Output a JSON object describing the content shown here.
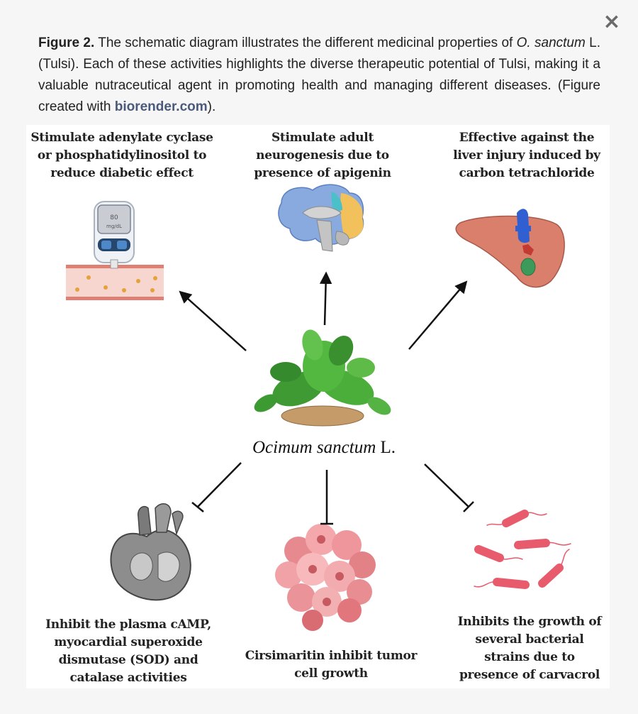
{
  "dialog": {
    "close_icon": "×"
  },
  "caption": {
    "label": "Figure 2.",
    "text_1": " The schematic diagram illustrates the different medicinal properties of ",
    "species_italic": "O. sanctum",
    "text_2": " L. (Tulsi). Each of these activities highlights the diverse therapeutic potential of Tulsi, making it a valuable nutraceutical agent in promoting health and managing different diseases. (Figure created with ",
    "link": "biorender.com",
    "text_3": ")."
  },
  "diagram": {
    "center": {
      "name_italic": "Ocimum sanctum",
      "name_suffix": " L."
    },
    "glucometer_reading": "80",
    "glucometer_unit": "mg/dL",
    "nodes": {
      "diabetes": "Stimulate adenylate cyclase or phosphatidylinositol to reduce diabetic effect",
      "brain": "Stimulate adult neurogenesis due to presence of apigenin",
      "liver": "Effective against the liver injury induced by carbon tetrachloride",
      "heart": "Inhibit the plasma cAMP, myocardial superoxide dismutase (SOD) and catalase activities",
      "tumor": "Cirsimaritin inhibit tumor cell growth",
      "bacteria": "Inhibits the growth of several bacterial strains due to presence of carvacrol"
    }
  }
}
